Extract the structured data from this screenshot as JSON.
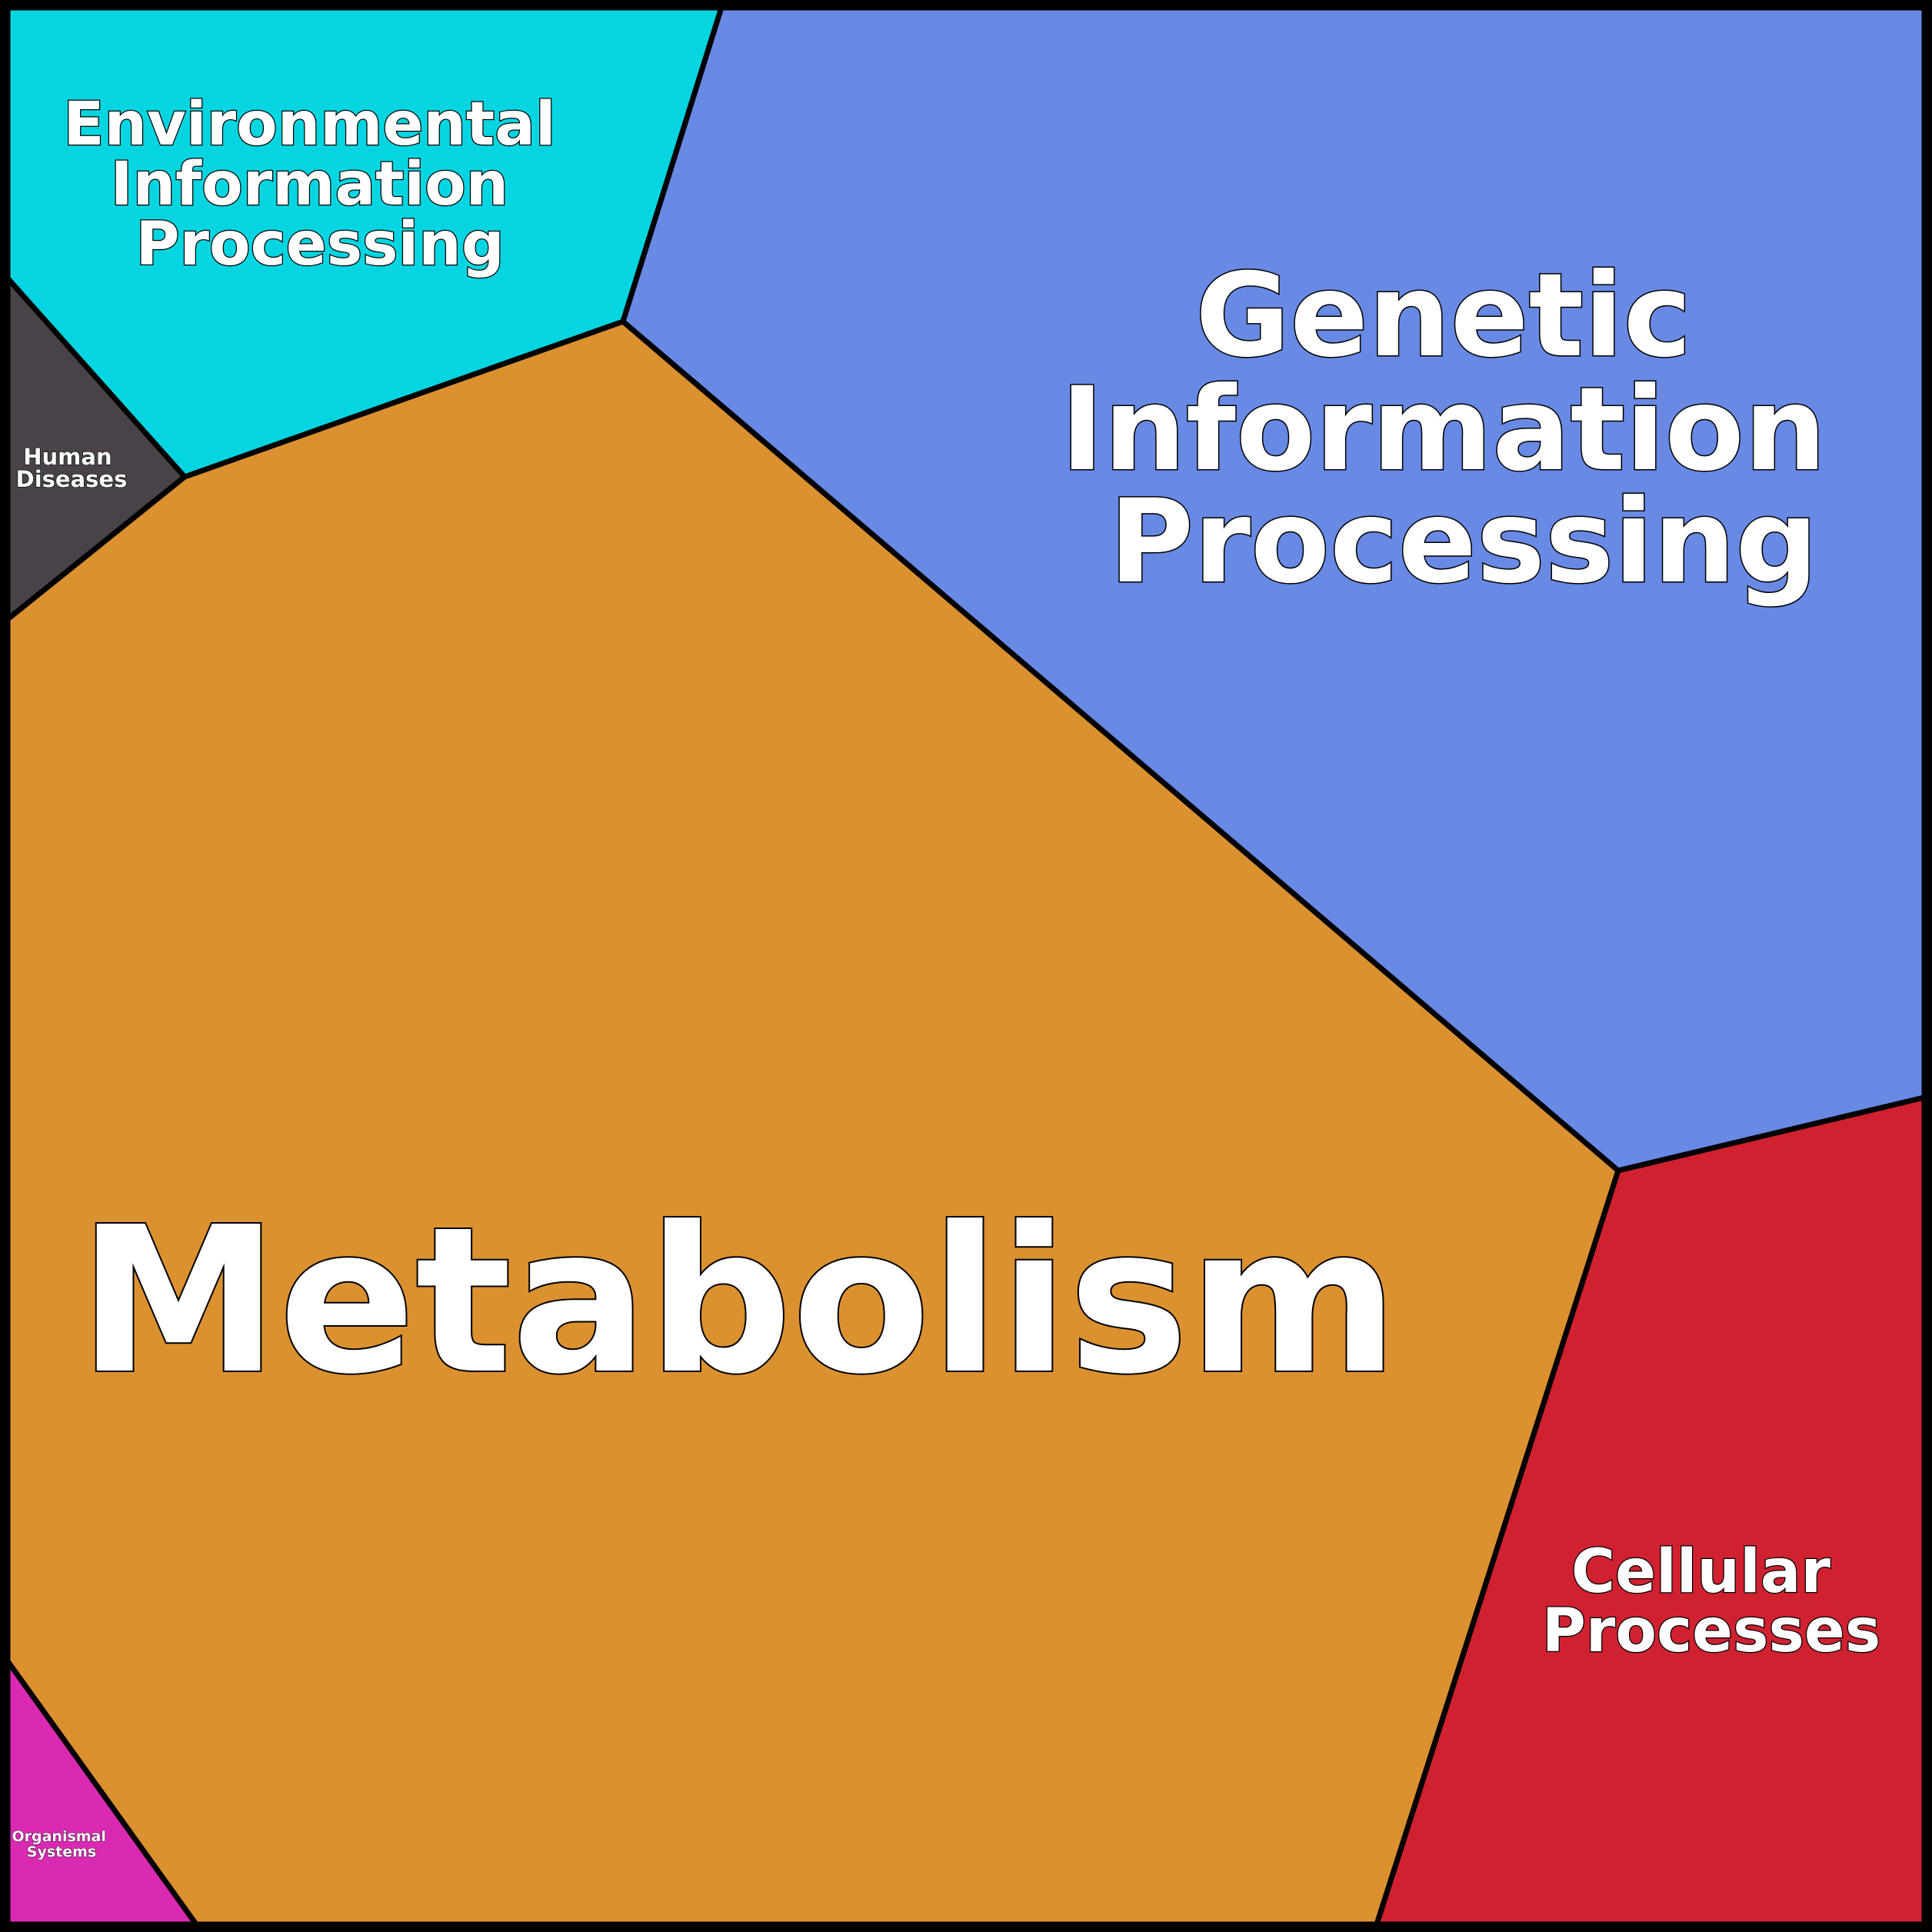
{
  "regions": {
    "environmental": {
      "lines": [
        "Environmental",
        "Information",
        "Processing"
      ],
      "color": "#05d5e0"
    },
    "genetic": {
      "lines": [
        "Genetic",
        "Information",
        "Processing"
      ],
      "color": "#6889e4"
    },
    "human_diseases": {
      "lines": [
        "Human",
        "Diseases"
      ],
      "color": "#4a4249"
    },
    "metabolism": {
      "lines": [
        "Metabolism"
      ],
      "color": "#db9130"
    },
    "cellular": {
      "lines": [
        "Cellular",
        "Processes"
      ],
      "color": "#d02131"
    },
    "organismal": {
      "lines": [
        "Organismal",
        "Systems"
      ],
      "color": "#d92ab1"
    }
  },
  "border_color": "#000000"
}
